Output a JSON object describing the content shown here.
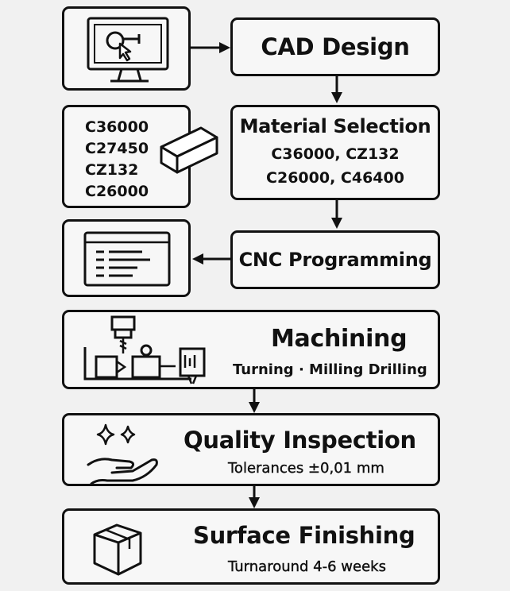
{
  "steps": {
    "cad": {
      "title": "CAD Design"
    },
    "material": {
      "title": "Material Selection",
      "line1": "C36000, CZ132",
      "line2": "C26000, C46400",
      "alloys": [
        "C36000",
        "C27450",
        "CZ132",
        "C26000"
      ]
    },
    "cnc": {
      "title": "CNC Programming"
    },
    "machining": {
      "title": "Machining",
      "subtitle": "Turning · Milling  Drilling"
    },
    "quality": {
      "title": "Quality Inspection",
      "subtitle": "Tolerances ±0,01 mm"
    },
    "finishing": {
      "title": "Surface Finishing",
      "subtitle": "Turnaround 4-6 weeks"
    }
  },
  "icons": [
    "monitor-cursor-icon",
    "metal-bar-icon",
    "code-window-icon",
    "cnc-machine-icon",
    "sparkle-hand-icon",
    "box-icon"
  ]
}
